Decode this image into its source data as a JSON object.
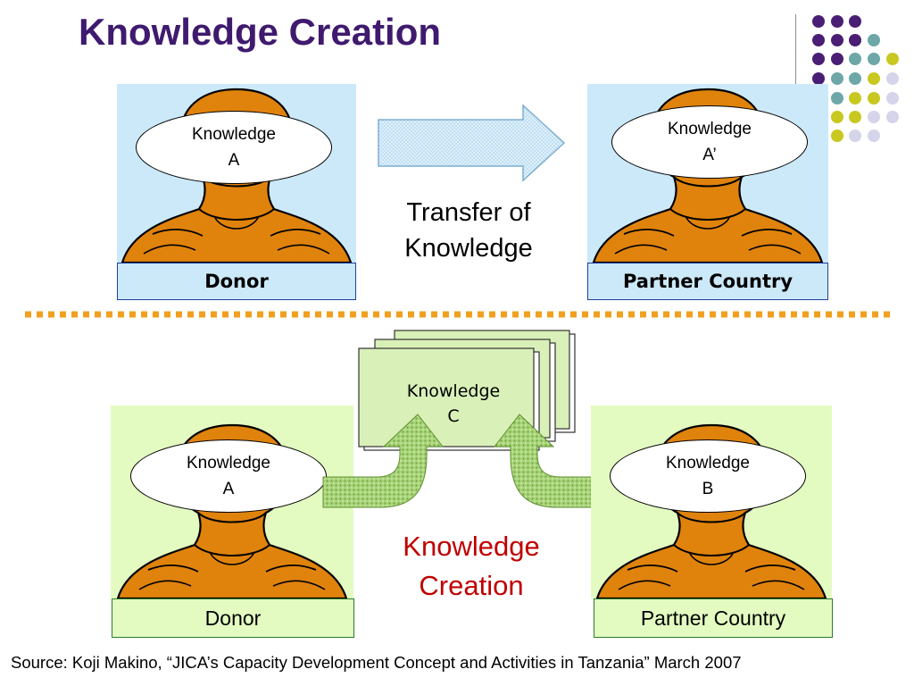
{
  "title": "Knowledge Creation",
  "top": {
    "donor": {
      "label": "Donor",
      "bubble": [
        "Knowledge",
        "A"
      ]
    },
    "partner": {
      "label": "Partner Country",
      "bubble": [
        "Knowledge",
        "A’"
      ]
    },
    "transfer": [
      "Transfer of",
      "Knowledge"
    ]
  },
  "bottom": {
    "donor": {
      "label": "Donor",
      "bubble": [
        "Knowledge",
        "A"
      ]
    },
    "partner": {
      "label": "Partner Country",
      "bubble": [
        "Knowledge",
        "B"
      ]
    },
    "document": [
      "Knowledge",
      "C"
    ],
    "creation": [
      "Knowledge",
      "Creation"
    ]
  },
  "source": "Source: Koji Makino, “JICA’s Capacity Development Concept and Activities in Tanzania” March 2007",
  "colors": {
    "title": "#3f1a6e",
    "top_panel_bg": "#cce9f9",
    "bottom_panel_bg": "#e3fbc1",
    "person": "#e0830c",
    "divider": "#f0a020",
    "creation_text": "#c00000",
    "dot_purple": "#4a1e75",
    "dot_teal": "#6ea7a8",
    "dot_yellow": "#c8c820",
    "dot_lavender": "#d4d4ea"
  }
}
